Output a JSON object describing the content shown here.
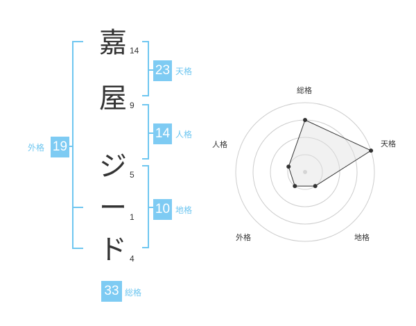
{
  "name": {
    "chars": [
      {
        "char": "嘉",
        "strokes": "14"
      },
      {
        "char": "屋",
        "strokes": "9"
      },
      {
        "char": "ジ",
        "strokes": "5"
      },
      {
        "char": "ー",
        "strokes": "1"
      },
      {
        "char": "ド",
        "strokes": "4"
      }
    ]
  },
  "fortune": {
    "tenkaku": {
      "value": "23",
      "label": "天格"
    },
    "jinkaku": {
      "value": "14",
      "label": "人格"
    },
    "chikaku": {
      "value": "10",
      "label": "地格"
    },
    "gaikaku": {
      "value": "19",
      "label": "外格"
    },
    "soukaku": {
      "value": "33",
      "label": "総格"
    }
  },
  "colors": {
    "accent": "#7ecbf3",
    "bracket": "#6ec6f0",
    "text": "#333333"
  },
  "chart_data": {
    "type": "radar",
    "axes": [
      "総格",
      "天格",
      "地格",
      "外格",
      "人格"
    ],
    "rings": 4,
    "max": 4,
    "values": [
      3,
      4,
      1,
      1,
      1
    ]
  }
}
